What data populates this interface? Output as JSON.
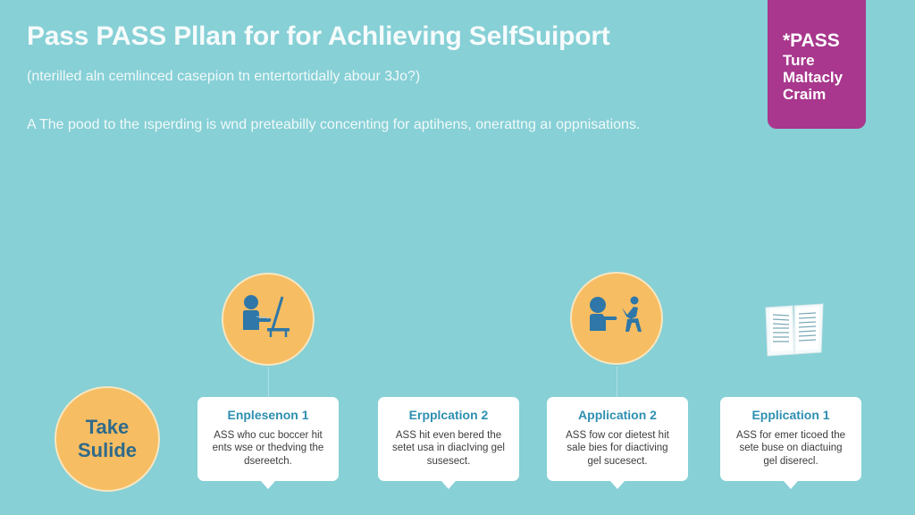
{
  "header": {
    "title": "Pass PASS Pllan for for Achlieving SelfSuiport",
    "subtitle": "(nterilled aln cemlinced casepion tn entertortidally abour 3Jo?)",
    "description": "A The pood to the ısperding is wnd preteabilly concenting for aptihens, onerattng aı oppnisations."
  },
  "badge": {
    "line1": "*PASS",
    "line2": "Ture",
    "line3": "Maltacly",
    "line4": "Craim",
    "color": "#a8378d"
  },
  "colors": {
    "background": "#86d0d6",
    "circle": "#f6bd62",
    "icon": "#2e77a8",
    "card_title": "#2e8fb0"
  },
  "icons": {
    "person_computer": "person-at-computer-icon",
    "adult_child": "adult-with-child-icon",
    "book": "open-book-icon"
  },
  "start_node": {
    "line1": "Take",
    "line2": "Sulide"
  },
  "cards": [
    {
      "title": "Enplesenon 1",
      "text": "ASS who cuc boccer hit ents wse or thedving the dsereetch."
    },
    {
      "title": "Erpplcation 2",
      "text": "ASS hit even bered the setet usa in diacIving gel susesect."
    },
    {
      "title": "Application 2",
      "text": "ASS fow cor dietest hit sale bies for diactiving gel sucesect."
    },
    {
      "title": "Epplication 1",
      "text": "ASS for emer ticoed the sete buse on diactuing gel diserecl."
    }
  ]
}
